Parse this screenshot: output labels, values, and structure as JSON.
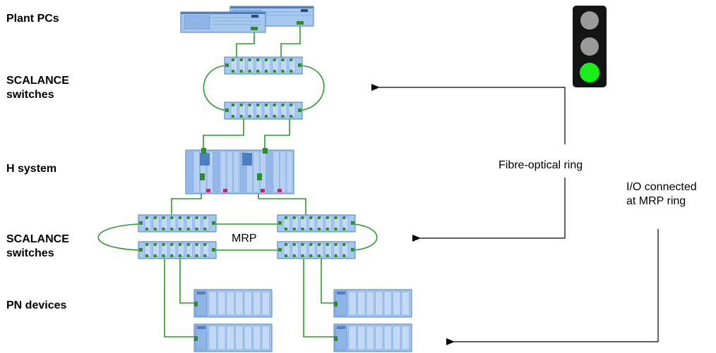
{
  "layer_labels": {
    "plant_pcs": "Plant PCs",
    "scalance_top_line1": "SCALANCE",
    "scalance_top_line2": "switches",
    "h_system": "H system",
    "scalance_bottom_line1": "SCALANCE",
    "scalance_bottom_line2": "switches",
    "pn_devices": "PN devices"
  },
  "annotations": {
    "mrp": "MRP",
    "fibre_optical_ring": "Fibre-optical ring",
    "io_connected_line1": "I/O connected",
    "io_connected_line2": "at  MRP ring"
  },
  "traffic_light": {
    "lamps": [
      "off",
      "off",
      "green"
    ],
    "colors": {
      "housing": "#141414",
      "off": "#9a9a9a",
      "green": "#19ee19"
    }
  },
  "colors": {
    "device_fill": "#a6c7ee",
    "device_dark": "#4f7fbe",
    "port_green": "#2e8b2e",
    "cable_green": "#2e9a2e",
    "arrow": "#000000"
  },
  "icons": {
    "pc": "plant-pc-icon",
    "switch": "scalance-switch-icon",
    "h_system": "h-system-rack-icon",
    "pn_device": "pn-device-icon",
    "traffic_light": "traffic-light-icon"
  }
}
